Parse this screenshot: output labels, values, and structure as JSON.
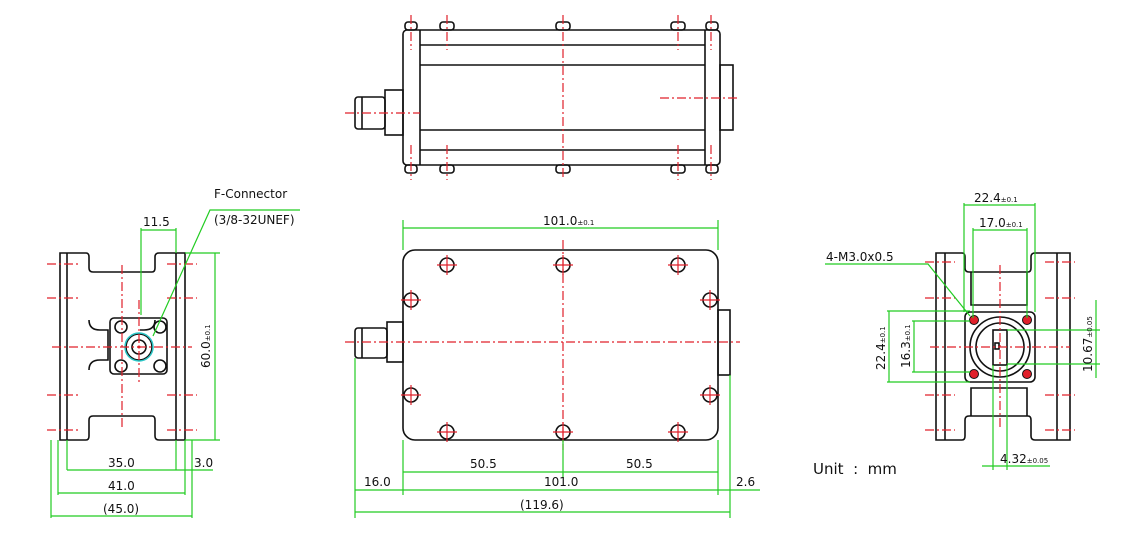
{
  "labels": {
    "f_connector": "F-Connector",
    "f_connector_thread": "(3/8-32UNEF)",
    "thread_spec": "4-M3.0x0.5",
    "unit": "Unit  :  mm"
  },
  "dimensions": {
    "left_11_5": "11.5",
    "left_60": "60.0",
    "left_60_tol": "±0.1",
    "left_35": "35.0",
    "left_3": "3.0",
    "left_41": "41.0",
    "left_45": "(45.0)",
    "front_101_top": "101.0",
    "front_101_top_tol": "±0.1",
    "front_50_5_a": "50.5",
    "front_50_5_b": "50.5",
    "front_16": "16.0",
    "front_101": "101.0",
    "front_2_6": "2.6",
    "front_119_6": "(119.6)",
    "right_22_4_top": "22.4",
    "right_22_4_top_tol": "±0.1",
    "right_17": "17.0",
    "right_17_tol": "±0.1",
    "right_22_4_side": "22.4",
    "right_22_4_side_tol": "±0.1",
    "right_16_3": "16.3",
    "right_16_3_tol": "±0.1",
    "right_10_67": "10.67",
    "right_10_67_tol": "±0.05",
    "right_4_32": "4.32",
    "right_4_32_tol": "±0.05"
  }
}
